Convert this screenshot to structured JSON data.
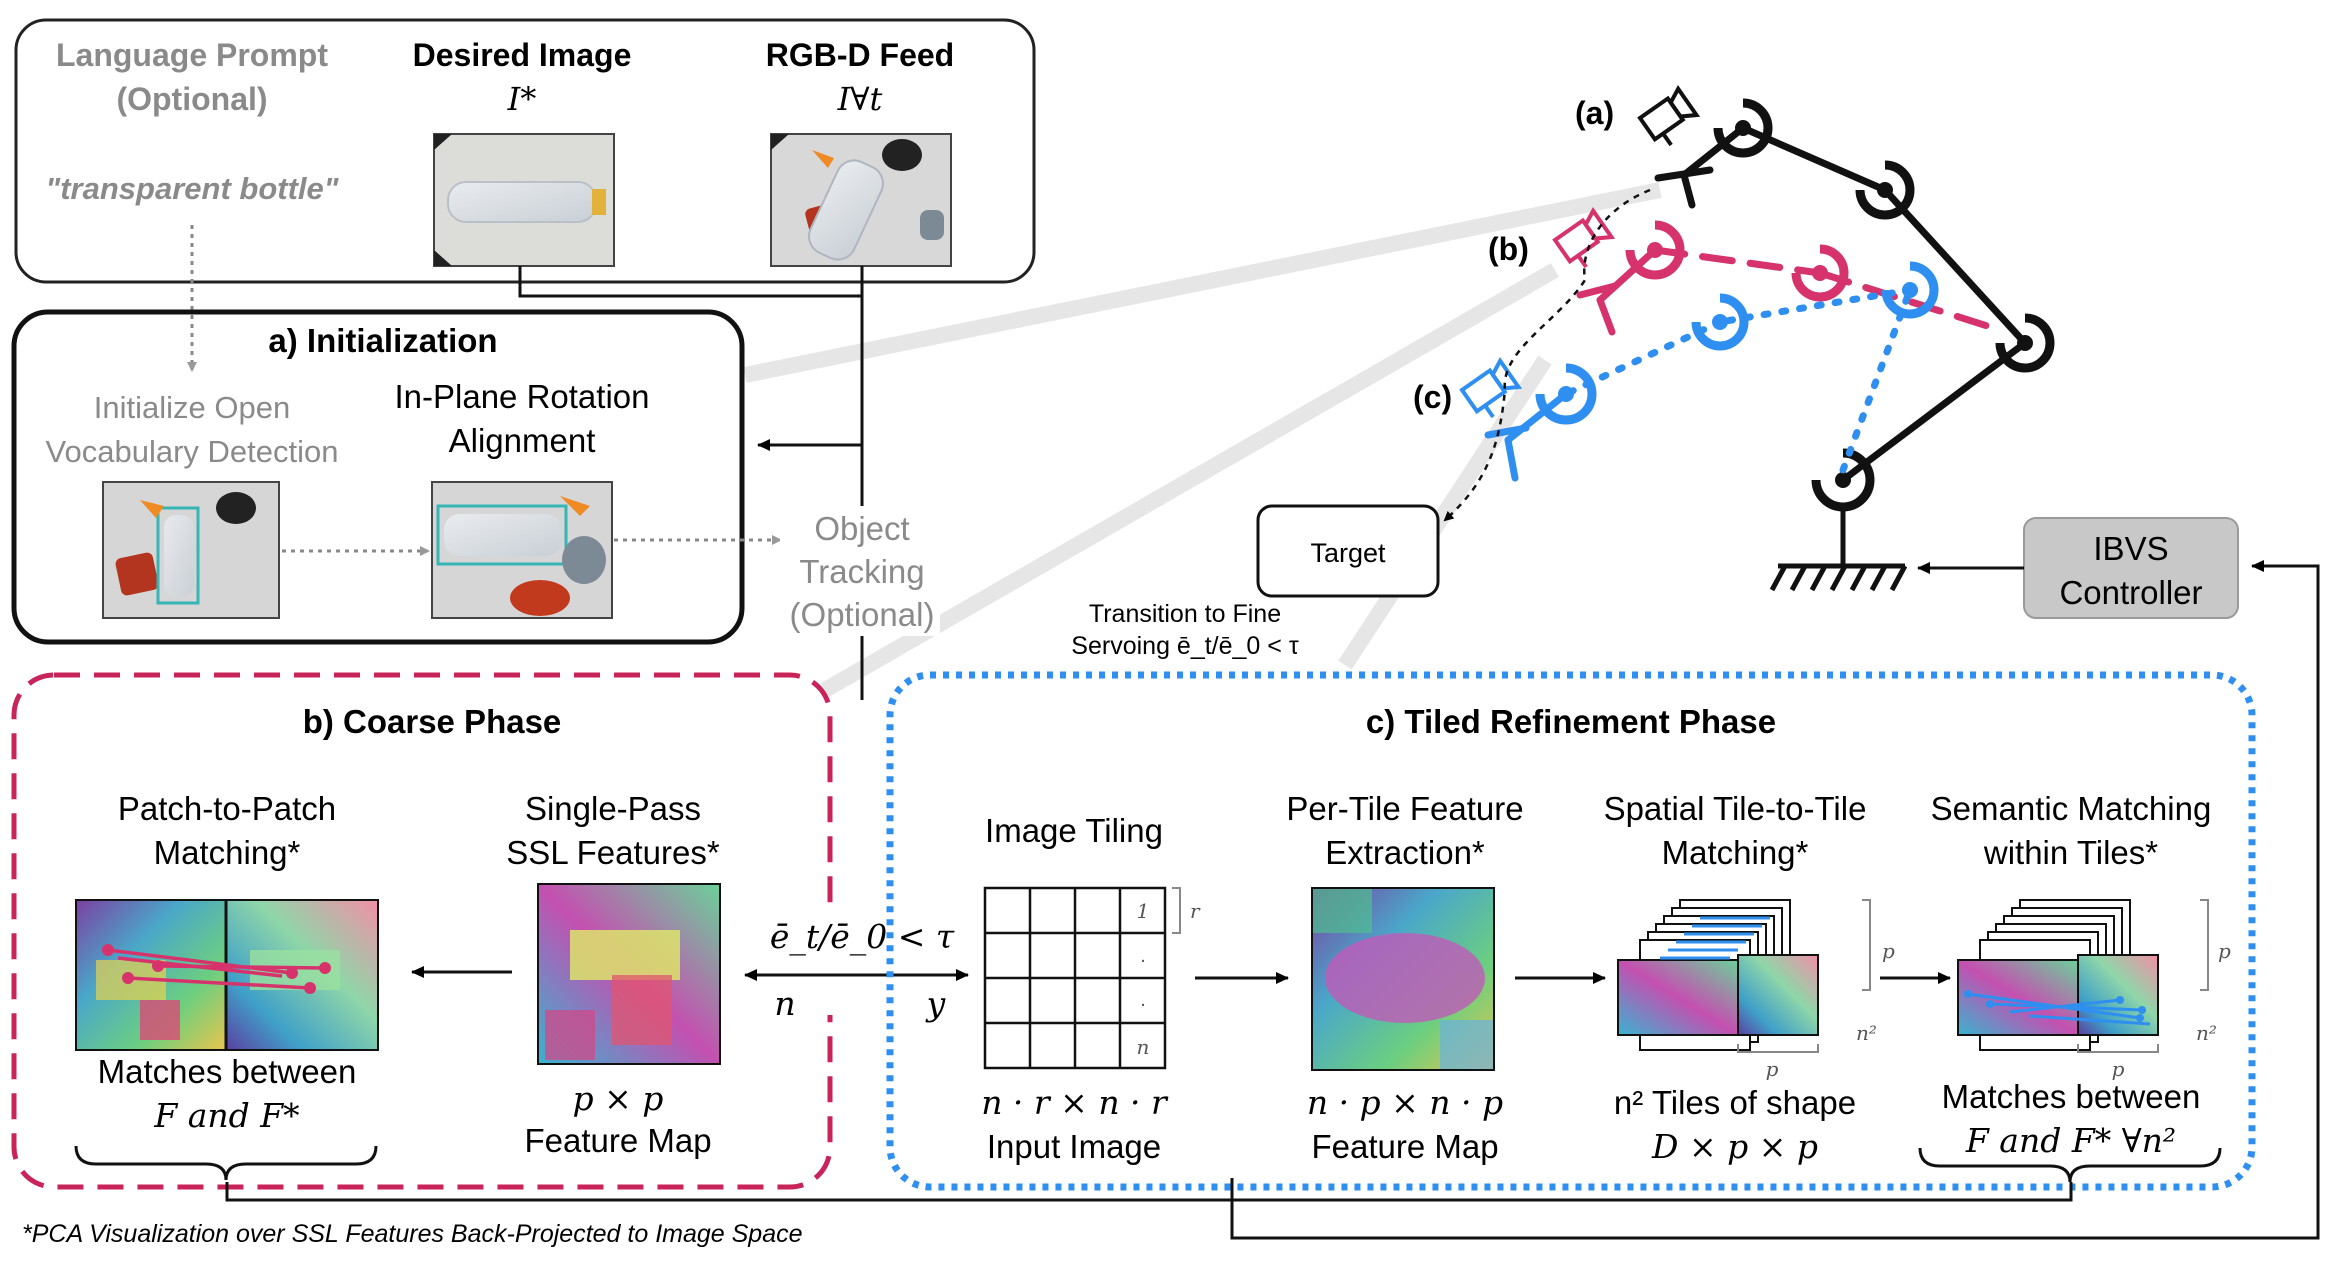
{
  "inputs": {
    "language_prompt_title": "Language Prompt",
    "language_prompt_optional": "(Optional)",
    "language_prompt_text": "\"transparent bottle\"",
    "desired_image_title": "Desired Image",
    "desired_image_symbol": "I*",
    "rgbd_title": "RGB-D Feed",
    "rgbd_symbol": "I∀t"
  },
  "init": {
    "title": "a) Initialization",
    "step1_line1": "Initialize Open",
    "step1_line2": "Vocabulary Detection",
    "step2_line1": "In-Plane Rotation",
    "step2_line2": "Alignment"
  },
  "tracking": {
    "line1": "Object",
    "line2": "Tracking",
    "line3": "(Optional)"
  },
  "robot": {
    "label_a": "(a)",
    "label_b": "(b)",
    "label_c": "(c)",
    "target": "Target",
    "ibvs_line1": "IBVS",
    "ibvs_line2": "Controller",
    "colors": {
      "pose_a": "#000000",
      "pose_b": "#d6336c",
      "pose_c": "#2f8ff0"
    }
  },
  "transition": {
    "line1": "Transition to Fine",
    "line2": "Servoing ē_t/ē_0 < τ"
  },
  "switch": {
    "condition": "ē_t/ē_0 < τ",
    "no": "n",
    "yes": "y"
  },
  "coarse": {
    "title": "b) Coarse Phase",
    "match_line1": "Patch-to-Patch",
    "match_line2": "Matching*",
    "feat_line1": "Single-Pass",
    "feat_line2": "SSL Features*",
    "matches_line1": "Matches between",
    "matches_line2": "F and F*",
    "map_line1": "p × p",
    "map_line2": "Feature Map",
    "color": "#c9245a"
  },
  "refine": {
    "title": "c) Tiled Refinement Phase",
    "tiling_title": "Image Tiling",
    "tiling_line1": "n · r × n · r",
    "tiling_line2": "Input Image",
    "tile_labels": [
      "1",
      ".",
      ".",
      "n"
    ],
    "tile_r": "r",
    "pertile_line1": "Per-Tile Feature",
    "pertile_line2": "Extraction*",
    "pertile_b1": "n · p × n · p",
    "pertile_b2": "Feature Map",
    "spatial_line1": "Spatial Tile-to-Tile",
    "spatial_line2": "Matching*",
    "spatial_b1": "n² Tiles of shape",
    "spatial_b2": "D × p × p",
    "semantic_line1": "Semantic Matching",
    "semantic_line2": "within Tiles*",
    "semantic_b1": "Matches between",
    "semantic_b2": "F and F* ∀n²",
    "dim_p": "p",
    "dim_n2": "n²",
    "color": "#2f8ff0"
  },
  "footnote": "*PCA Visualization over SSL Features Back-Projected to Image Space"
}
